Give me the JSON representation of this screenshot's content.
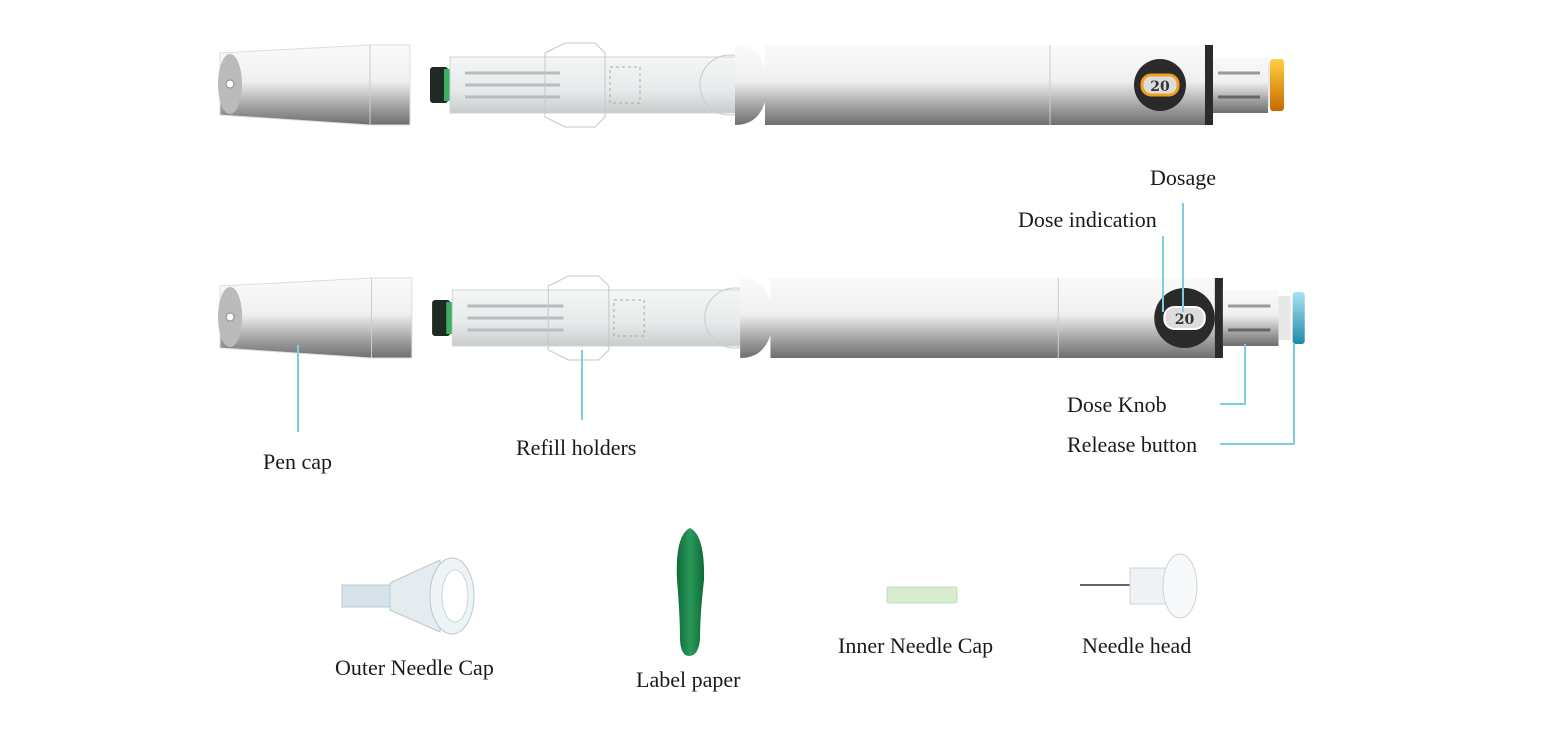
{
  "diagram": {
    "callout_color": "#7dcde0",
    "display_text": "20",
    "pens": [
      {
        "variant": "top",
        "button_color": "#f0a020"
      },
      {
        "variant": "labeled",
        "button_color": "#4fb8d2"
      }
    ],
    "labels": {
      "dosage": "Dosage",
      "dose_indication": "Dose indication",
      "dose_knob": "Dose Knob",
      "release_button": "Release button",
      "pen_cap": "Pen cap",
      "refill_holders": "Refill holders",
      "outer_needle_cap": "Outer Needle Cap",
      "label_paper": "Label paper",
      "inner_needle_cap": "Inner Needle Cap",
      "needle_head": "Needle head"
    }
  }
}
